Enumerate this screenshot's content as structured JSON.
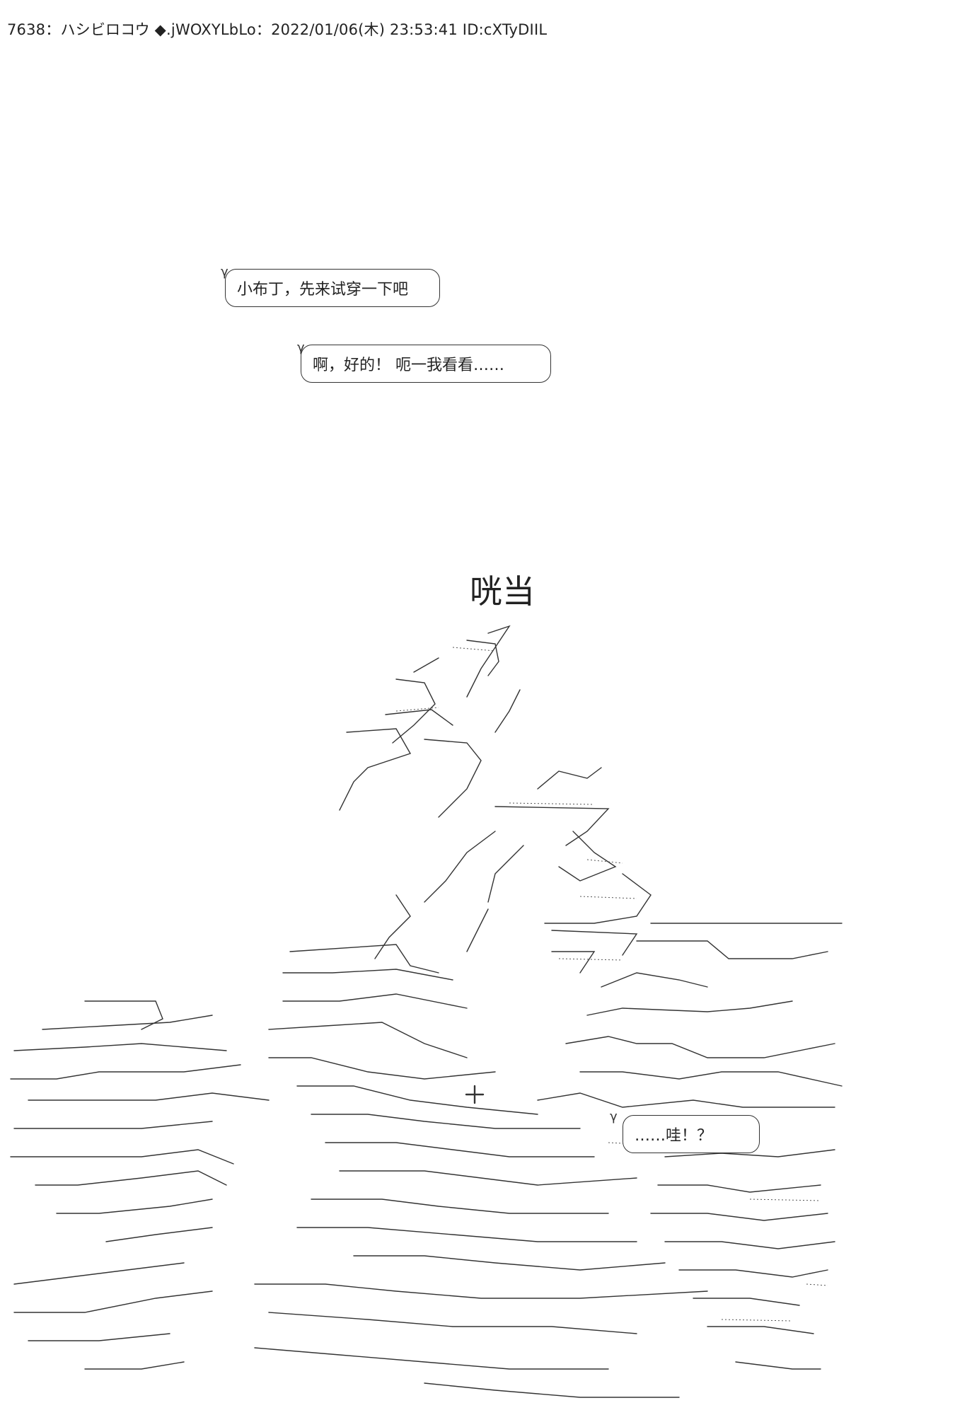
{
  "post": {
    "header": "7638：ハシビロコウ ◆.jWOXYLbLo：2022/01/06(木) 23:53:41 ID:cXTyDIIL"
  },
  "dialogue": {
    "line1": "小布丁，先来试穿一下吧",
    "line2": "啊，好的！ 呃一我看看……",
    "line3": "……哇！？"
  },
  "sfx": {
    "text": "咣当"
  },
  "colors": {
    "background": "#ffffff",
    "ink": "#222222",
    "line": "#333333"
  }
}
